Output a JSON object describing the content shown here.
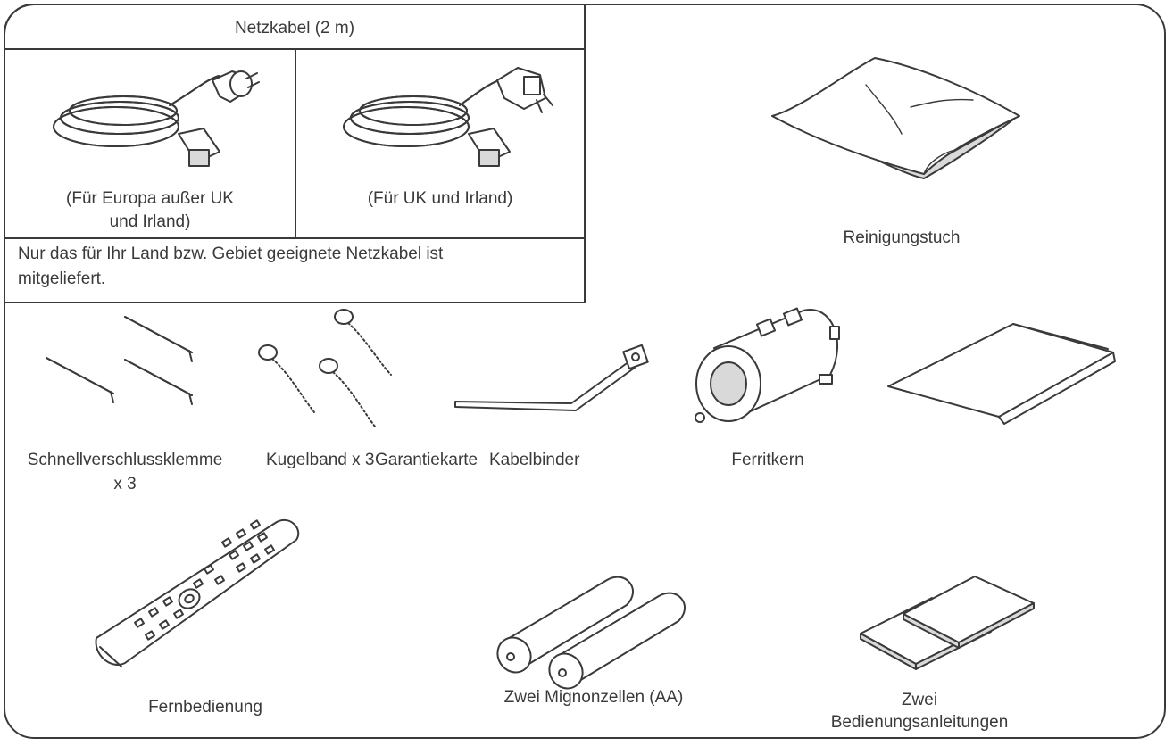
{
  "power_cable": {
    "title": "Netzkabel (2 m)",
    "europe_label_line1": "(Für Europa außer UK",
    "europe_label_line2": "und Irland)",
    "uk_label": "(Für UK und Irland)",
    "note_line1": "Nur das für Ihr Land bzw. Gebiet geeignete Netzkabel ist",
    "note_line2": "mitgeliefert."
  },
  "items": {
    "cleaning_cloth": "Reinigungstuch",
    "clamp_line1": "Schnellverschlussklemme",
    "clamp_line2": "x 3",
    "bead_band": "Kugelband x 3",
    "warranty_card": "Garantiekarte",
    "cable_tie": "Kabelbinder",
    "ferrite_core": "Ferritkern",
    "remote": "Fernbedienung",
    "batteries": "Zwei Mignonzellen (AA)",
    "manuals_line1": "Zwei",
    "manuals_line2": "Bedienungsanleitungen"
  }
}
